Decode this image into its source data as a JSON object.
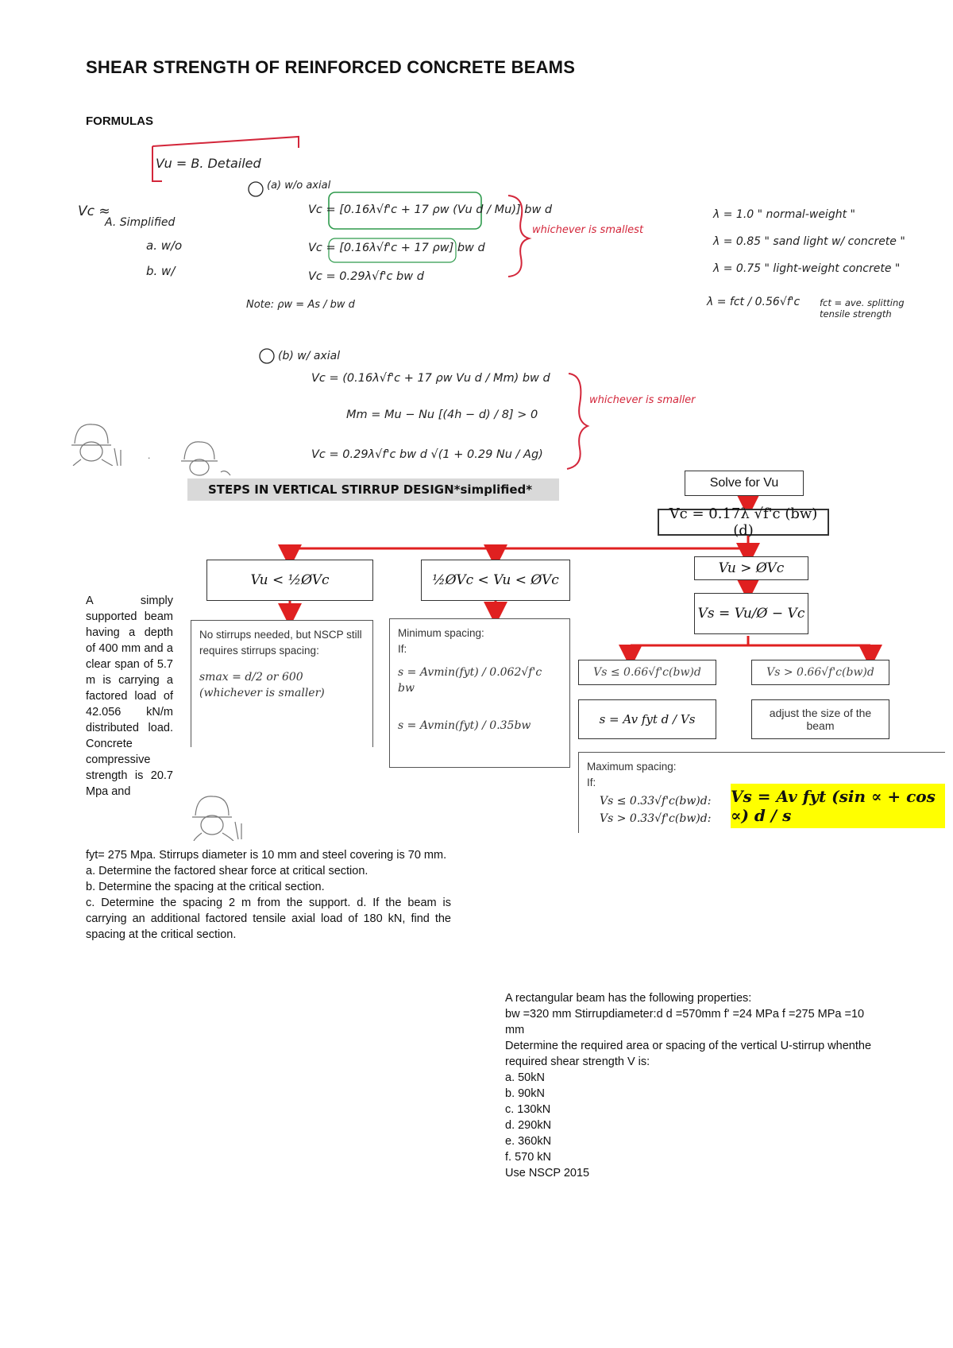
{
  "title": "SHEAR STRENGTH OF REINFORCED CONCRETE BEAMS",
  "formulas_heading": "FORMULAS",
  "handwritten": {
    "vu_label": "Vu = B. Detailed",
    "vc_label": "Vc ≈",
    "simplified": "A. Simplified",
    "a_wo": "a. w/o",
    "b_w": "b. w/",
    "a_wo_axial": "(a) w/o axial",
    "eq1": "Vc = [0.16λ√f'c + 17 ρw (Vu d / Mu)] bw d",
    "eq2": "Vc = [0.16λ√f'c + 17 ρw] bw d",
    "eq3": "Vc = 0.29λ√f'c bw d",
    "whichever_smallest": "whichever is smallest",
    "note": "Note: ρw = As / bw d",
    "b_w_axial": "(b) w/ axial",
    "eq4": "Vc = (0.16λ√f'c + 17 ρw Vu d / Mm) bw d",
    "eq5": "Mm = Mu − Nu [(4h − d) / 8] > 0",
    "eq6": "Vc = 0.29λ√f'c bw d √(1 + 0.29 Nu / Ag)",
    "whichever_smaller": "whichever is smaller",
    "lambda1": "λ = 1.0   \" normal-weight \"",
    "lambda2": "λ = 0.85   \" sand light w/ concrete \"",
    "lambda3": "λ = 0.75   \" light-weight concrete \"",
    "lambda4": "λ = fct / 0.56√f'c",
    "fct_def": "fct = ave. splitting tensile strength"
  },
  "steps_banner": "STEPS IN VERTICAL STIRRUP DESIGN*simplified*",
  "flow": {
    "solve": "Solve for Vu",
    "vc_formula": "Vc = 0.17λ √f'c (bw)(d)",
    "case1": "Vu < ½ØVc",
    "case2": "½ØVc < Vu < ØVc",
    "case3": "Vu > ØVc",
    "vs_formula": "Vs = Vu/Ø − Vc",
    "no_stirrups": "No stirrups needed, but NSCP still requires stirrups spacing:",
    "smax": "smax = d/2  or 600 (whichever is smaller)",
    "min_spacing": "Minimum spacing:",
    "if": "If:",
    "s_min1": "s = Avmin(fyt) / 0.062√f'c bw",
    "s_min2": "s = Avmin(fyt) / 0.35bw",
    "vs_le": "Vs ≤ 0.66√f'c(bw)d",
    "vs_gt": "Vs > 0.66√f'c(bw)d",
    "s_formula": "s = Av fyt d / Vs",
    "adjust": "adjust the size of the beam",
    "max_spacing": "Maximum spacing:",
    "max_if": "If:",
    "max1": "Vs ≤ 0.33√f'c(bw)d:",
    "max2": "Vs > 0.33√f'c(bw)d:",
    "vs_incl": "Vs = Av fyt (sin ∝ + cos ∝) d / s"
  },
  "problem1": {
    "narrow": "A simply supported beam having a depth of 400 mm and a clear span of 5.7 m is carrying a factored load of 42.056 kN/m distributed load. Concrete compressive strength is 20.7 Mpa and",
    "wide": "fyt= 275 Mpa. Stirrups diameter is 10 mm and steel covering is 70 mm.",
    "a": "a. Determine the factored shear force at critical section.",
    "b": "b. Determine the spacing at the critical section.",
    "c": "c. Determine the spacing 2 m from the support. d. If the beam is carrying an additional factored tensile axial load of 180 kN, find the spacing at the critical section."
  },
  "problem2": {
    "intro": "A rectangular beam has the following properties:",
    "props": "bw =320 mm Stirrupdiameter:d d =570mm f' =24 MPa f =275 MPa =10 mm",
    "task": "Determine the required area or spacing of the vertical U-stirrup whenthe required shear strength V is:",
    "items": [
      "a. 50kN",
      "b. 90kN",
      "c. 130kN",
      "d. 290kN",
      "e. 360kN",
      "f. 570 kN"
    ],
    "footer": "Use NSCP 2015"
  },
  "colors": {
    "arrow": "#e02020",
    "highlight": "#ffff00",
    "banner": "#d9d9d9"
  }
}
